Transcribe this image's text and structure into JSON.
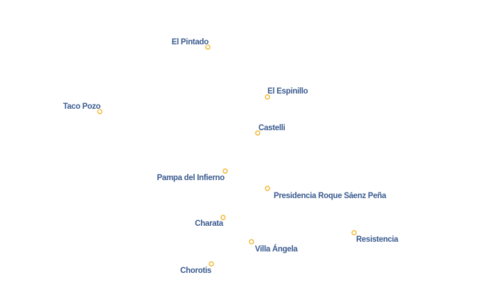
{
  "map": {
    "places": [
      {
        "id": "el-pintado",
        "name": "El Pintado"
      },
      {
        "id": "el-espinillo",
        "name": "El Espinillo"
      },
      {
        "id": "taco-pozo",
        "name": "Taco Pozo"
      },
      {
        "id": "castelli",
        "name": "Castelli"
      },
      {
        "id": "pampa-del-infierno",
        "name": "Pampa del Infierno"
      },
      {
        "id": "presidencia-roque-saenz-pena",
        "name": "Presidencia Roque Sáenz Peña"
      },
      {
        "id": "charata",
        "name": "Charata"
      },
      {
        "id": "resistencia",
        "name": "Resistencia"
      },
      {
        "id": "villa-angela",
        "name": "Villa Ángela"
      },
      {
        "id": "chorotis",
        "name": "Chorotis"
      }
    ],
    "colors": {
      "marker_stroke": "#f2b52e",
      "marker_fill": "#ffffff",
      "label_fill": "#3a5a8f",
      "label_halo": "#ffffff",
      "background": "#ffffff"
    }
  }
}
